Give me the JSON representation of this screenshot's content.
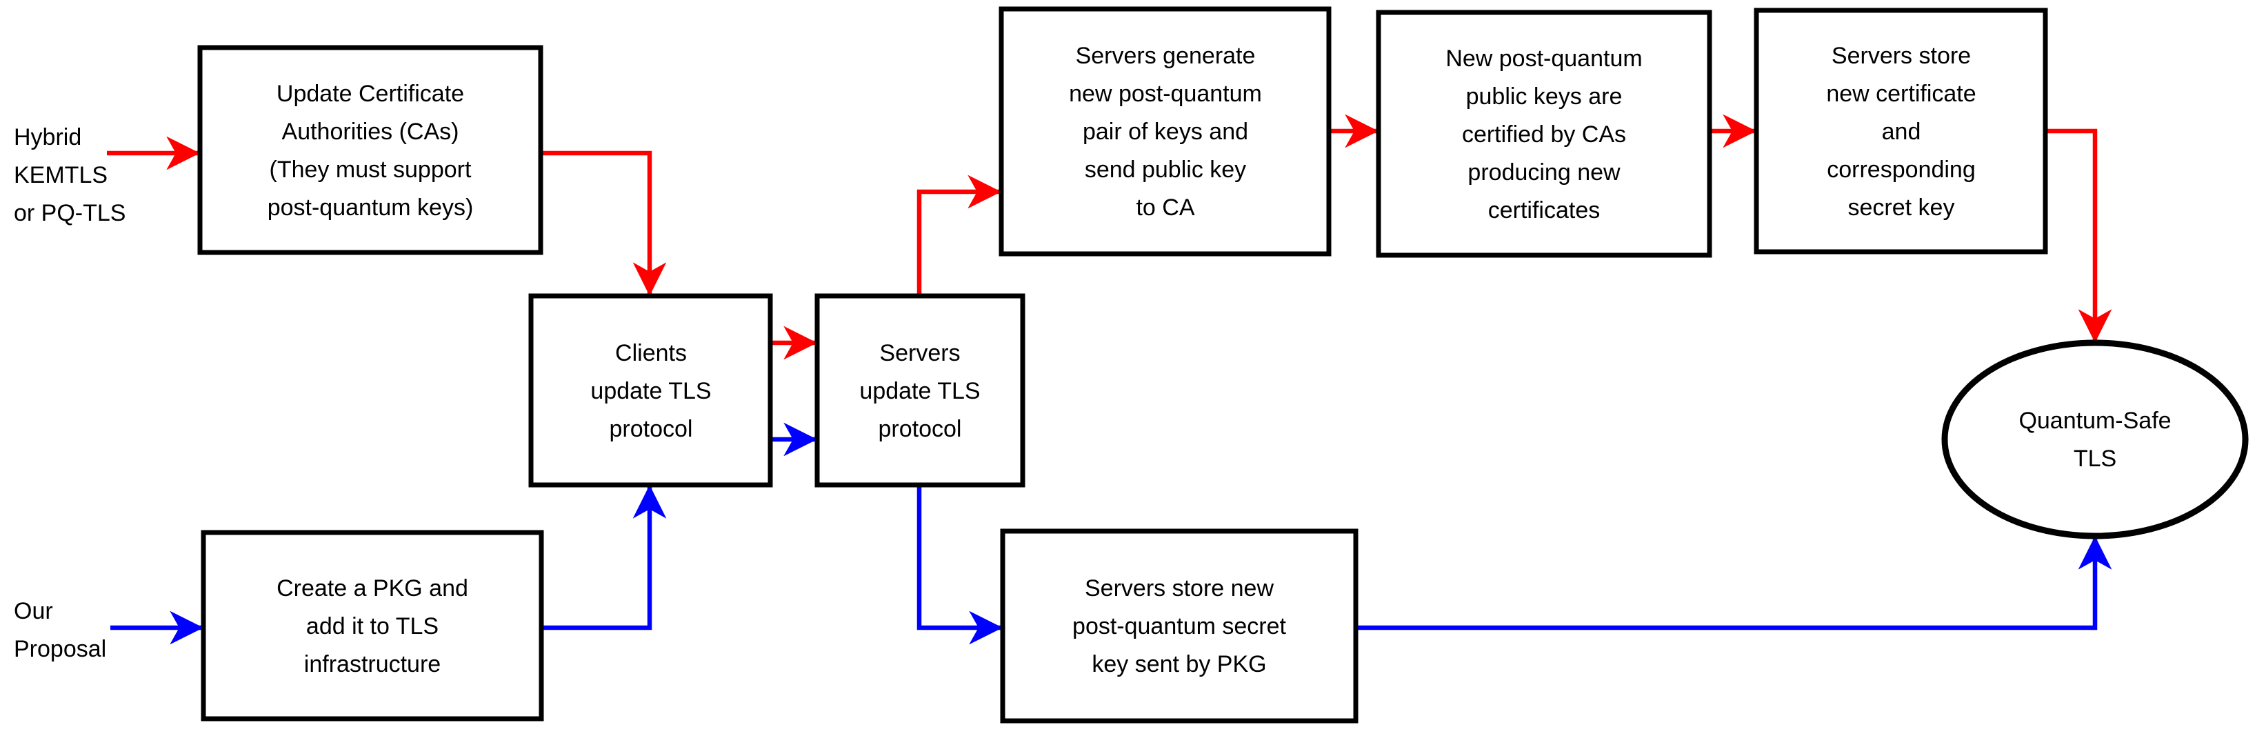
{
  "colors": {
    "red": "#ff0000",
    "blue": "#0000ff",
    "black": "#000000"
  },
  "labels": {
    "hybrid": {
      "lines": [
        "Hybrid",
        "KEMTLS",
        "or PQ-TLS"
      ]
    },
    "proposal": {
      "lines": [
        "Our",
        "Proposal"
      ]
    }
  },
  "nodes": {
    "update_ca": {
      "lines": [
        "Update Certificate",
        "Authorities (CAs)",
        "(They must support",
        "post-quantum keys)"
      ]
    },
    "clients_update": {
      "lines": [
        "Clients",
        "update TLS",
        "protocol"
      ]
    },
    "servers_update": {
      "lines": [
        "Servers",
        "update TLS",
        "protocol"
      ]
    },
    "servers_generate": {
      "lines": [
        "Servers generate",
        "new post-quantum",
        "pair of keys and",
        "send public key",
        "to CA"
      ]
    },
    "keys_certified": {
      "lines": [
        "New post-quantum",
        "public keys are",
        "certified by CAs",
        "producing new",
        "certificates"
      ]
    },
    "store_certificate": {
      "lines": [
        "Servers store",
        "new certificate",
        "and",
        "corresponding",
        "secret key"
      ]
    },
    "create_pkg": {
      "lines": [
        "Create a PKG and",
        "add it to TLS",
        "infrastructure"
      ]
    },
    "store_secret_key": {
      "lines": [
        "Servers store new",
        "post-quantum secret",
        "key sent by PKG"
      ]
    },
    "quantum_safe_tls": {
      "lines": [
        "Quantum-Safe",
        "TLS"
      ]
    }
  }
}
